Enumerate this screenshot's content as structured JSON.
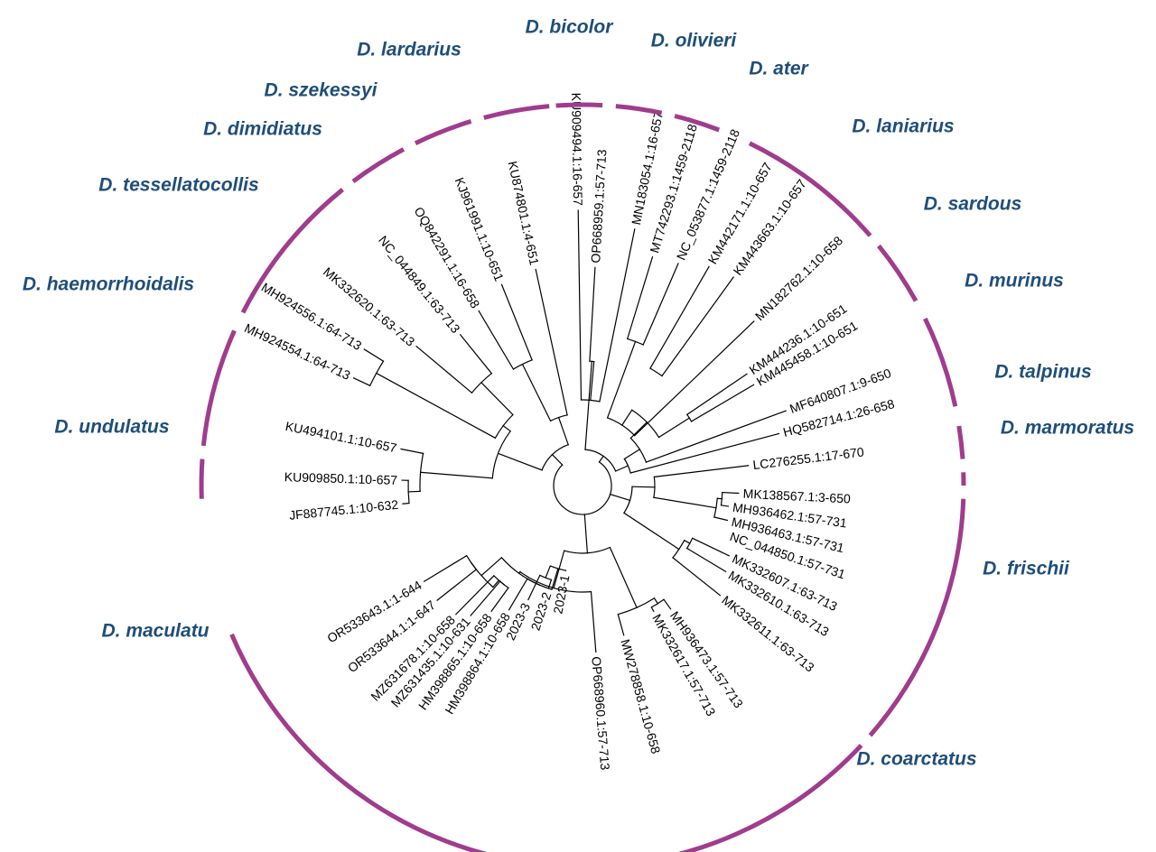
{
  "colors": {
    "clade_arc": "#a03c8e",
    "species_text": "#1f4e79",
    "branch": "#000000"
  },
  "leaves": [
    "OP668959.1:57-713",
    "KU909494.1:16-657",
    "MN183054.1:16-657",
    "MT742293.1:1459-2118",
    "NC_053877.1:1459-2118",
    "KM442171.1:10-657",
    "KM443663.1:10-657",
    "MN182762.1:10-658",
    "KM444236.1:10-651",
    "KM445458.1:10-651",
    "MF640807.1:9-650",
    "HQ582714.1:26-658",
    "LC276255.1:17-670",
    "MK138567.1:3-650",
    "MH936462.1:57-731",
    "MH936463.1:57-731",
    "NC_044850.1:57-731",
    "MK332607.1:63-713",
    "MK332610.1:63-713",
    "MK332611.1:63-713",
    "MH936473.1:57-713",
    "MK332617.1:57-713",
    "MW278858.1:10-658",
    "OP668960.1:57-713",
    "2023-1",
    "2023-2",
    "2023-3",
    "HM398864.1:10-658",
    "HM398865.1:10-658",
    "MZ631435.1:10-631",
    "MZ631678.1:10-658",
    "OR533644.1:1-647",
    "OR533643.1:1-644",
    "JF887745.1:10-632",
    "KU909850.1:10-657",
    "KU494101.1:10-657",
    "MH924554.1:64-713",
    "MH924556.1:64-713",
    "MK332620.1:63-713",
    "NC_044849.1:63-713",
    "OQ842291.1:16-658",
    "KJ961991.1:10-651",
    "KU874801.1:4-651"
  ],
  "species": [
    "D. bicolor",
    "D. olivieri",
    "D. ater",
    "D. laniarius",
    "D. sardous",
    "D. murinus",
    "D. talpinus",
    "D. marmoratus",
    "D. frischii",
    "D. coarctatus",
    "D. maculatu",
    "D. undulatus",
    "D. haemorrhoidalis",
    "D. tessellatocollis",
    "D. dimidiatus",
    "D. szekessyi",
    "D. lardarius"
  ]
}
